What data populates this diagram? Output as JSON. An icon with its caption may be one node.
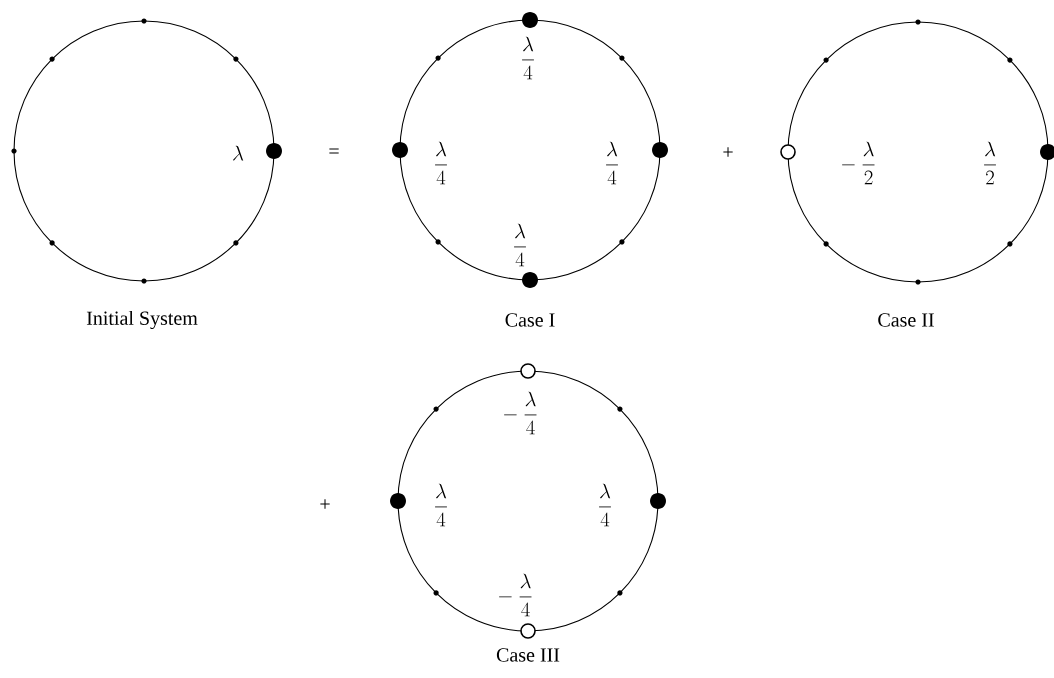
{
  "diagram": {
    "nodes": [
      {
        "text": [
          "\\lambda"
        ],
        "beside": [
          "Initial System"
        ]
      },
      {
        "text": [
          "\\frac{\\lambda}{4}",
          "\\frac{\\lambda}{4}",
          "\\frac{\\lambda}{4}",
          "\\frac{\\lambda}{4}"
        ],
        "beside": [
          "Case I"
        ]
      },
      {
        "text": [
          "-\\ \\frac{\\lambda}{2}",
          "\\frac{\\lambda}{2}"
        ],
        "beside": [
          "Case II"
        ]
      },
      {
        "text": [
          "-\\ \\frac{\\lambda}{4}",
          "\\frac{\\lambda}{4}",
          "\\frac{\\lambda}{4}",
          "-\\ \\frac{\\lambda}{4}"
        ],
        "beside": [
          "Case III"
        ]
      }
    ],
    "labels": [
      "=",
      "+",
      "+"
    ]
  }
}
